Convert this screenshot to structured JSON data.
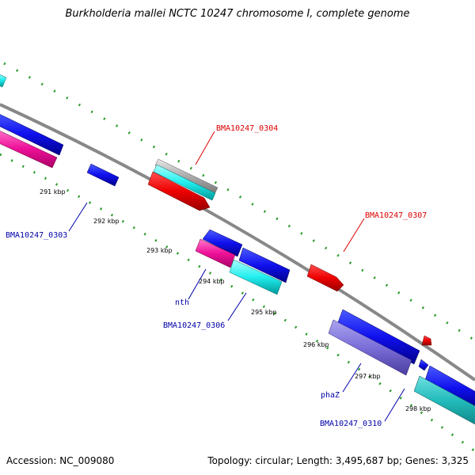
{
  "title": "Burkholderia mallei NCTC 10247 chromosome I, complete genome",
  "footer": {
    "accession_label": "Accession: ",
    "accession": "NC_009080",
    "topology_label": "Topology: ",
    "topology": "circular",
    "length_label": "; Length: ",
    "length": "3,495,687 bp",
    "genes_label": "; Genes: ",
    "genes": "3,325"
  },
  "ticks": {
    "t291": "291 kbp",
    "t292": "292 kbp",
    "t293": "293 kbp",
    "t294": "294 kbp",
    "t295": "295 kbp",
    "t296": "296 kbp",
    "t297": "297 kbp",
    "t298": "298 kbp"
  },
  "gene_labels": {
    "g0304": "BMA10247_0304",
    "g0307": "BMA10247_0307",
    "g0303": "BMA10247_0303",
    "nth": "nth",
    "g0306": "BMA10247_0306",
    "phaZ": "phaZ",
    "g0310": "BMA10247_0310"
  },
  "colors": {
    "forward_label": "#dd0000",
    "reverse_label": "#0000aa",
    "backbone": "#888888",
    "tick_dots": "#228822"
  }
}
